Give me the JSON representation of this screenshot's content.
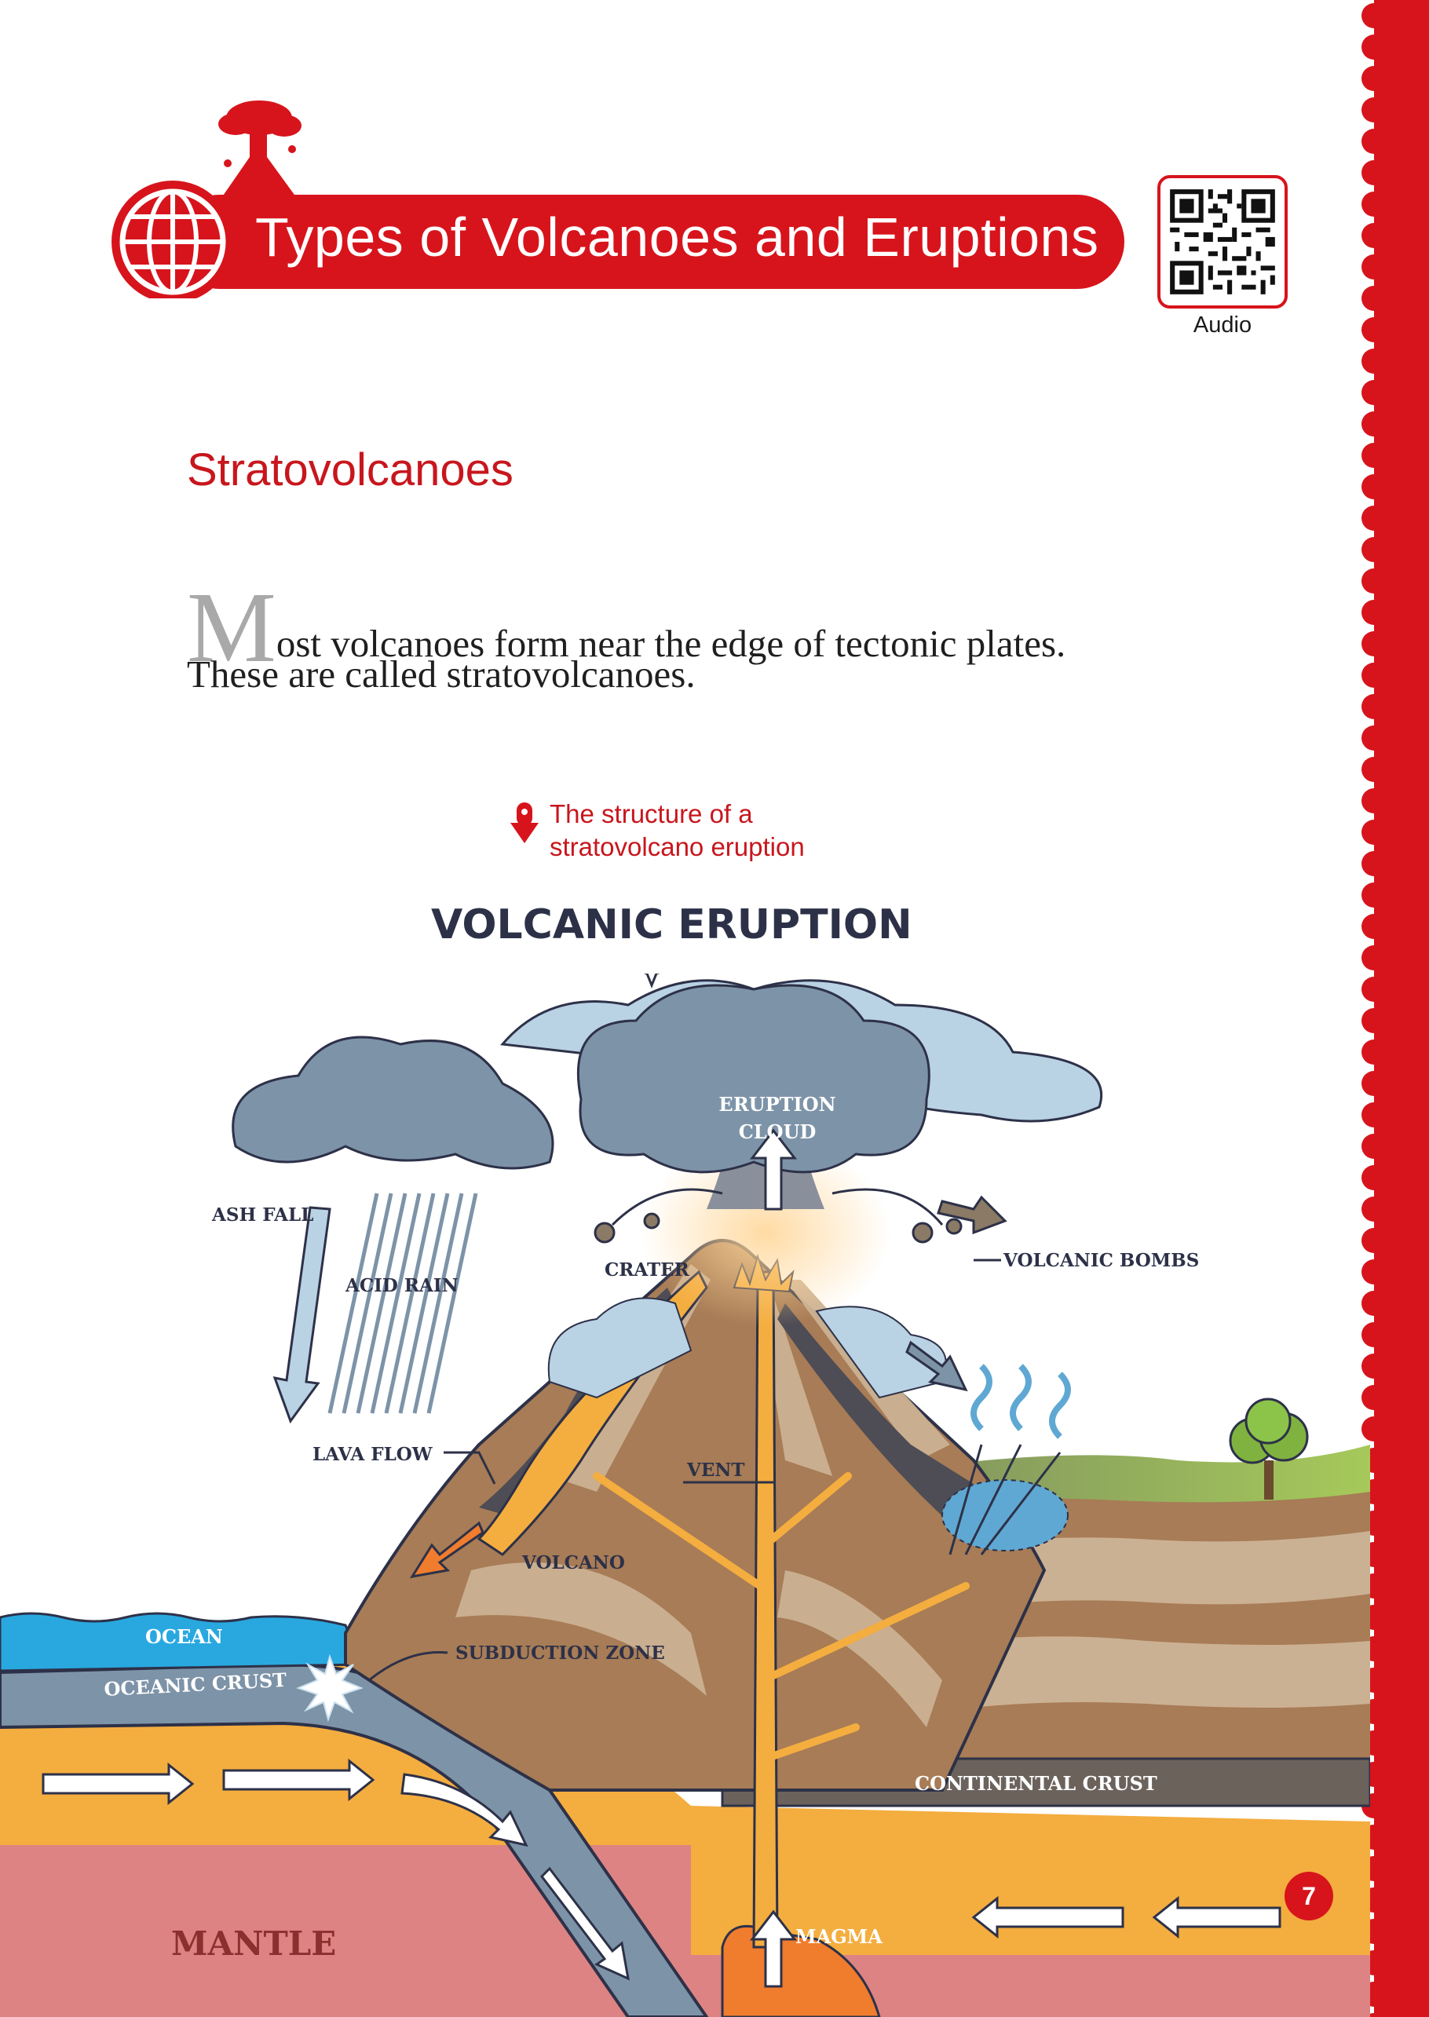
{
  "header": {
    "title": "Types of Volcanoes and Eruptions",
    "audio_label": "Audio"
  },
  "section": {
    "heading": "Stratovolcanoes",
    "drop_cap": "M",
    "line1_rest": "ost volcanoes form near the edge of tectonic plates.",
    "line2": "These are called stratovolcanoes."
  },
  "caption": {
    "line1": "The structure of a",
    "line2": "stratovolcano eruption"
  },
  "diagram": {
    "title": "VOLCANIC ERUPTION",
    "labels": {
      "eruption_cloud_1": "ERUPTION",
      "eruption_cloud_2": "CLOUD",
      "ash_fall": "ASH FALL",
      "acid_rain": "ACID RAIN",
      "crater": "CRATER",
      "volcanic_bombs": "VOLCANIC BOMBS",
      "lava_flow": "LAVA FLOW",
      "vent": "VENT",
      "volcano": "VOLCANO",
      "ocean": "OCEAN",
      "subduction_zone": "SUBDUCTION ZONE",
      "oceanic_crust": "OCEANIC CRUST",
      "continental_crust": "CONTINENTAL CRUST",
      "magma": "MAGMA",
      "mantle": "MANTLE"
    }
  },
  "page": {
    "number": "7"
  },
  "colors": {
    "brand_red": "#d7141c",
    "heading_red": "#c8161d",
    "navy_text": "#2d3148"
  }
}
